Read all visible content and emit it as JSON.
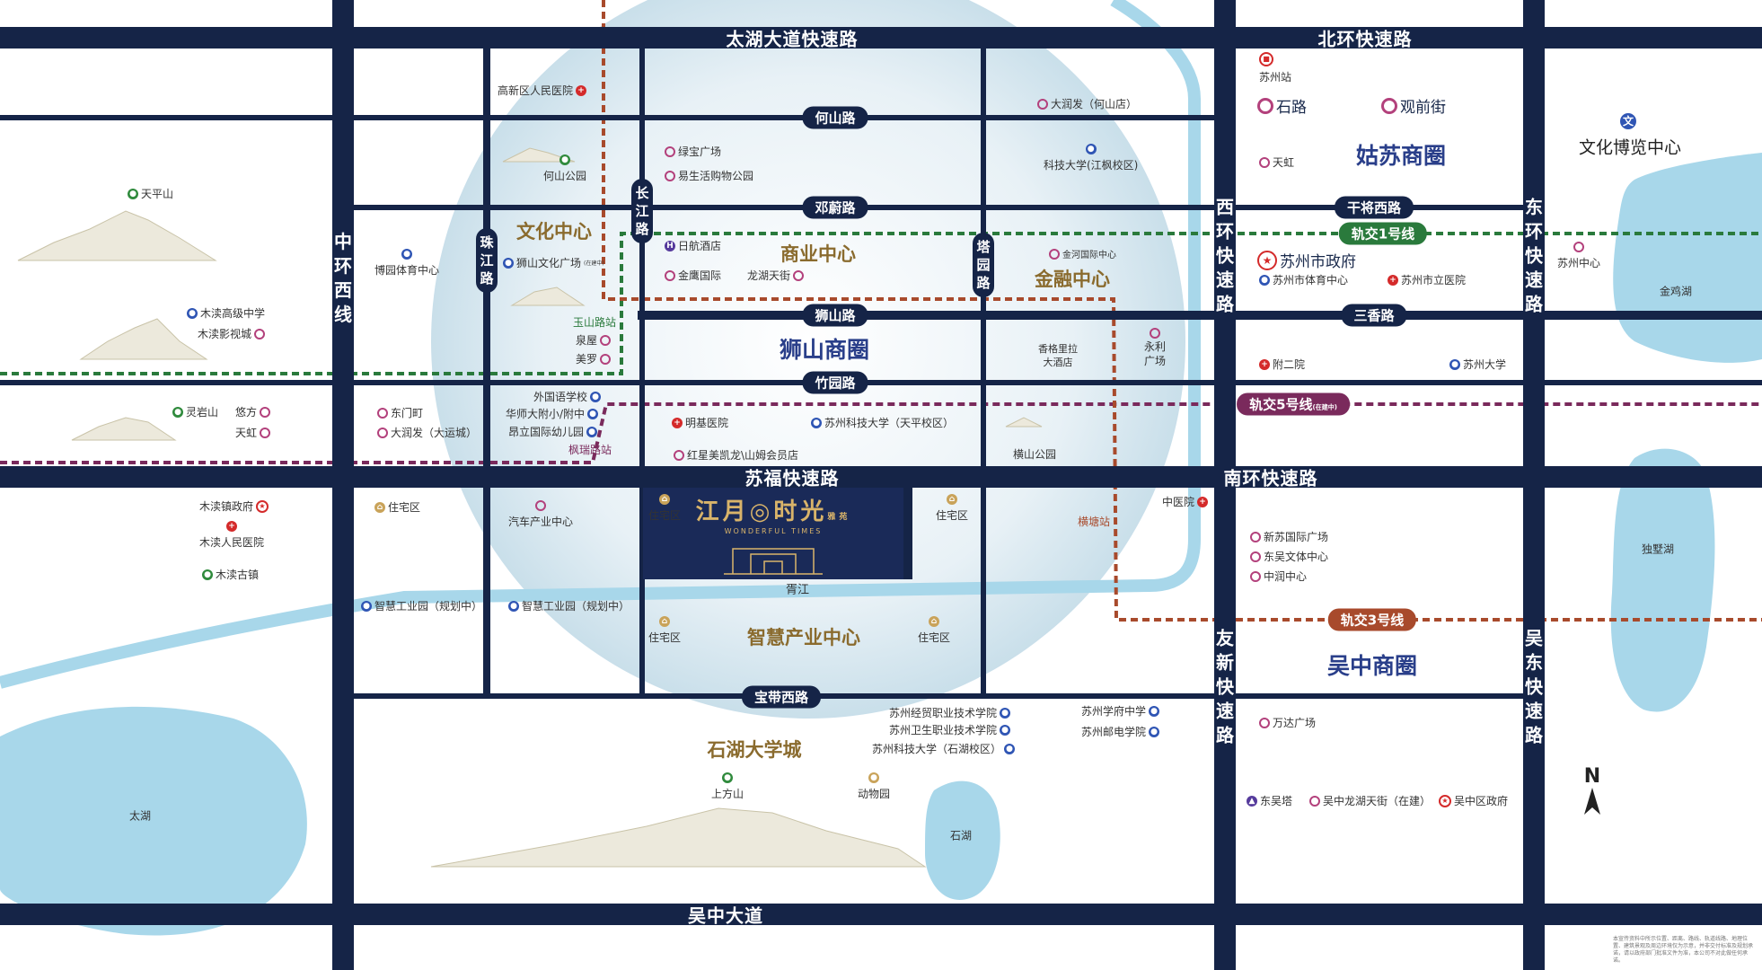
{
  "roads": {
    "taihu": "太湖大道快速路",
    "beihuan": "北环快速路",
    "sufu": "苏福快速路",
    "nanhuan": "南环快速路",
    "wuzhong": "吴中大道",
    "zhonghuan_west": "中环西线",
    "xihuan": "西环快速路",
    "donghuan": "东环快速路",
    "youxin": "友新快速路",
    "wudong": "吴东快速路",
    "heshan": "何山路",
    "dengwei": "邓蔚路",
    "shishan": "狮山路",
    "zhuyuan": "竹园路",
    "baodai": "宝带西路",
    "ganjiang_w": "干将西路",
    "sanxiang": "三香路",
    "changjiang": "长江路",
    "zhujiang": "珠江路",
    "tayuan": "塔园路",
    "xujiang": "胥江"
  },
  "metro": {
    "line1": "轨交1号线",
    "line5": "轨交5号线",
    "line5_note": "(在建中)",
    "line3": "轨交3号线",
    "line1_color": "#2a7a3c",
    "line5_color": "#7a2a5c",
    "line3_color": "#a84a2c",
    "stations": {
      "yushan": "玉山路站",
      "fengqiao": "枫瑞路站",
      "hengtang": "横塘站",
      "suzhou": "苏州站"
    }
  },
  "districts": {
    "shishan_circle": "狮山商圈",
    "gusu_circle": "姑苏商圈",
    "wuzhong_circle": "吴中商圈",
    "culture_center": "文化中心",
    "business_center": "商业中心",
    "finance_center": "金融中心",
    "smart_industry": "智慧产业中心",
    "shihu_univ": "石湖大学城",
    "culture_expo": "文化博览中心"
  },
  "project": {
    "name": "江月◎时光",
    "name_suffix": "雅苑",
    "subtitle": "WONDERFUL TIMES"
  },
  "pois": {
    "gaoxin_hospital": "高新区人民医院",
    "heshan_park": "何山公园",
    "lvbao": "绿宝广场",
    "yisheng": "易生活购物公园",
    "darunfa_heshan": "大润发（何山店）",
    "keda_jiangfeng": "科技大学(江枫校区)",
    "tianping": "天平山",
    "boyuan": "博园体育中心",
    "shishan_culture": "狮山文化广场",
    "shishan_culture_note": "(在建中)",
    "rihang": "日航酒店",
    "jinying": "金鹰国际",
    "longhu": "龙湖天街",
    "jinhe": "金河国际中心",
    "mudu_high": "木渎高级中学",
    "mudu_cinema": "木渎影视城",
    "quanwu": "泉屋",
    "meiluo": "美罗",
    "shangrila": "香格里拉",
    "shangrila2": "大酒店",
    "yongli": "永利",
    "yongli2": "广场",
    "lingyan": "灵岩山",
    "youfang": "悠方",
    "tianhong_l": "天虹",
    "dongmen": "东门町",
    "darunfa_yun": "大润发（大运城）",
    "foreign_school": "外国语学校",
    "huashi": "华师大附小/附中",
    "angli": "昂立国际幼儿园",
    "mingji": "明基医院",
    "keda_tianping": "苏州科技大学（天平校区）",
    "hongxing": "红星美凯龙\\山姆会员店",
    "hengshan_park": "横山公园",
    "mudu_gov": "木渎镇政府",
    "mudu_hospital": "木渎人民医院",
    "mudu_town": "木渎古镇",
    "residential": "住宅区",
    "auto": "汽车产业中心",
    "smart_park": "智慧工业园（规划中）",
    "chinese_med": "中医院",
    "shilu": "石路",
    "guanqian": "观前街",
    "tianhong_r": "天虹",
    "city_gov": "苏州市政府",
    "sports_center": "苏州市体育中心",
    "city_hospital": "苏州市立医院",
    "suzhou_center": "苏州中心",
    "jinji": "金鸡湖",
    "fuer": "附二院",
    "suda": "苏州大学",
    "xinsu": "新苏国际广场",
    "dongwu": "东吴文体中心",
    "zhongrun": "中润中心",
    "dushu": "独墅湖",
    "jingmao": "苏州经贸职业技术学院",
    "weisheng": "苏州卫生职业技术学院",
    "keda_shihu": "苏州科技大学（石湖校区）",
    "xuefu": "苏州学府中学",
    "youdian": "苏州邮电学院",
    "wanda": "万达广场",
    "shangfang": "上方山",
    "zoo": "动物园",
    "taihu_lake": "太湖",
    "shihu_lake": "石湖",
    "dongwu_tower": "东吴塔",
    "longhu_wz": "吴中龙湖天街（在建）",
    "wuzhong_gov": "吴中区政府"
  },
  "north": "N",
  "disclaimer": "本宣传资料中所示位置、距离、路线、轨道线路、地理位置、建筑景观及周边环境仅为示意，并非交付标准及规划承诺，请以政府部门批准文件为准，本公司不对此做任何承诺。",
  "colors": {
    "road": "#152447",
    "water": "#a8d7ea",
    "accent_gold": "#c9a35a"
  }
}
